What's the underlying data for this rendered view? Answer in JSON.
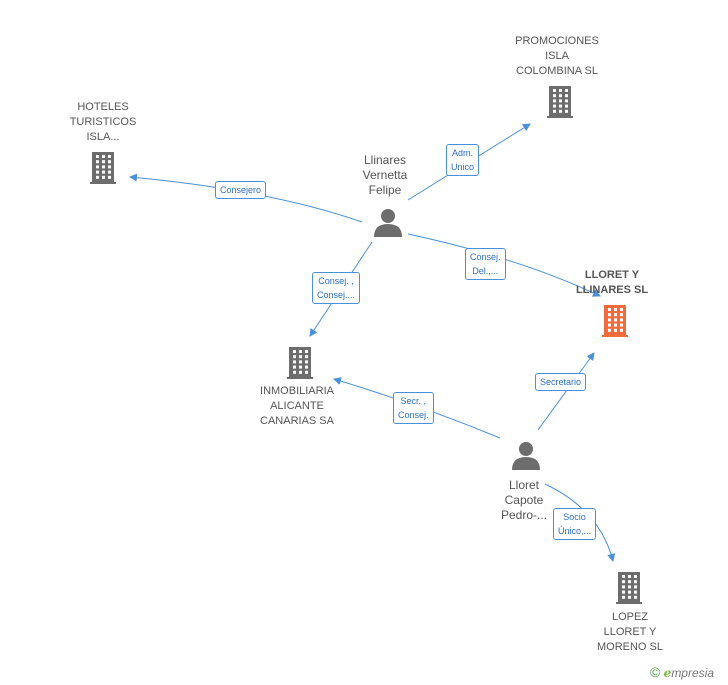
{
  "nodes": {
    "hoteles": {
      "lines": [
        "HOTELES",
        "TURISTICOS",
        "ISLA..."
      ]
    },
    "promociones": {
      "lines": [
        "PROMOCIONES",
        "ISLA",
        "COLOMBINA SL"
      ]
    },
    "llinares": {
      "lines": [
        "Llinares",
        "Vernetta",
        "Felipe"
      ]
    },
    "lloret_llinares": {
      "lines": [
        "LLORET Y",
        "LLINARES SL"
      ]
    },
    "inmobiliaria": {
      "lines": [
        "INMOBILIARIA",
        "ALICANTE",
        "CANARIAS SA"
      ]
    },
    "lloret_capote": {
      "lines": [
        "Lloret",
        "Capote",
        "Pedro-..."
      ]
    },
    "lopez": {
      "lines": [
        "LOPEZ",
        "LLORET Y",
        "MORENO SL"
      ]
    }
  },
  "edges": {
    "consejero": [
      "Consejero"
    ],
    "adm_unico": [
      "Adm.",
      "Unico"
    ],
    "consej_del": [
      "Consej.",
      "Del.,..."
    ],
    "consej_consej": [
      "Consej. ,",
      "Consej...."
    ],
    "secretario": [
      "Secretario"
    ],
    "secr_consej": [
      "Secr. ,",
      "Consej."
    ],
    "socio_unico": [
      "Socio",
      "Único,..."
    ]
  },
  "brand": {
    "copyright": "©",
    "e": "e",
    "rest": "mpresia"
  },
  "colors": {
    "edge": "#4a90d9",
    "icon": "#6d6d6d",
    "main_icon": "#f26b3a"
  }
}
